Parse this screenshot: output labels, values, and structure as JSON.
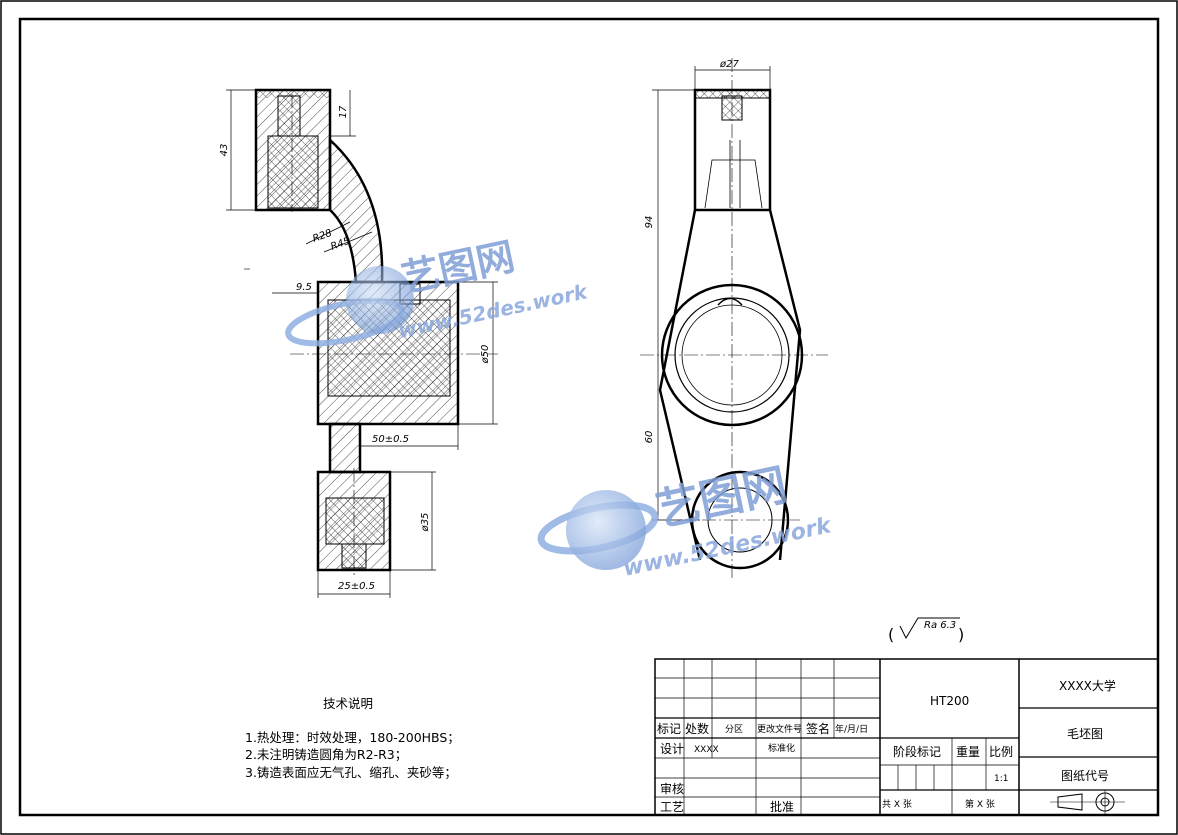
{
  "drawing": {
    "dims": {
      "d27": "ø27",
      "h94": "94",
      "h60": "60",
      "h43": "43",
      "h17": "17",
      "r28": "R28",
      "r45": "R45",
      "d95": "9.5",
      "d50": "ø50",
      "w50": "50±0.5",
      "d35": "ø35",
      "w25": "25±0.5"
    },
    "roughness": "Ra 6.3"
  },
  "tech_notes": {
    "title": "技术说明",
    "items": [
      "1.热处理：时效处理，180-200HBS；",
      "2.未注明铸造圆角为R2-R3；",
      "3.铸造表面应无气孔、缩孔、夹砂等；"
    ]
  },
  "title_block": {
    "material": "HT200",
    "university": "XXXX大学",
    "drawing_name": "毛坯图",
    "drawing_code": "图纸代号",
    "rev_mark": "标记",
    "rev_count": "处数",
    "rev_zone": "分区",
    "rev_doc": "更改文件号",
    "rev_sign": "签名",
    "rev_date": "年/月/日",
    "design": "设计",
    "designer": "XXXX",
    "standard": "标准化",
    "stage_mark": "阶段标记",
    "weight": "重量",
    "scale": "比例",
    "scale_value": "1:1",
    "review": "审核",
    "process": "工艺",
    "approve": "批准",
    "total_sheets": "共 X 张",
    "sheet_no": "第 X 张"
  },
  "watermark": {
    "name": "艺图网",
    "url": "www.52des.work"
  }
}
